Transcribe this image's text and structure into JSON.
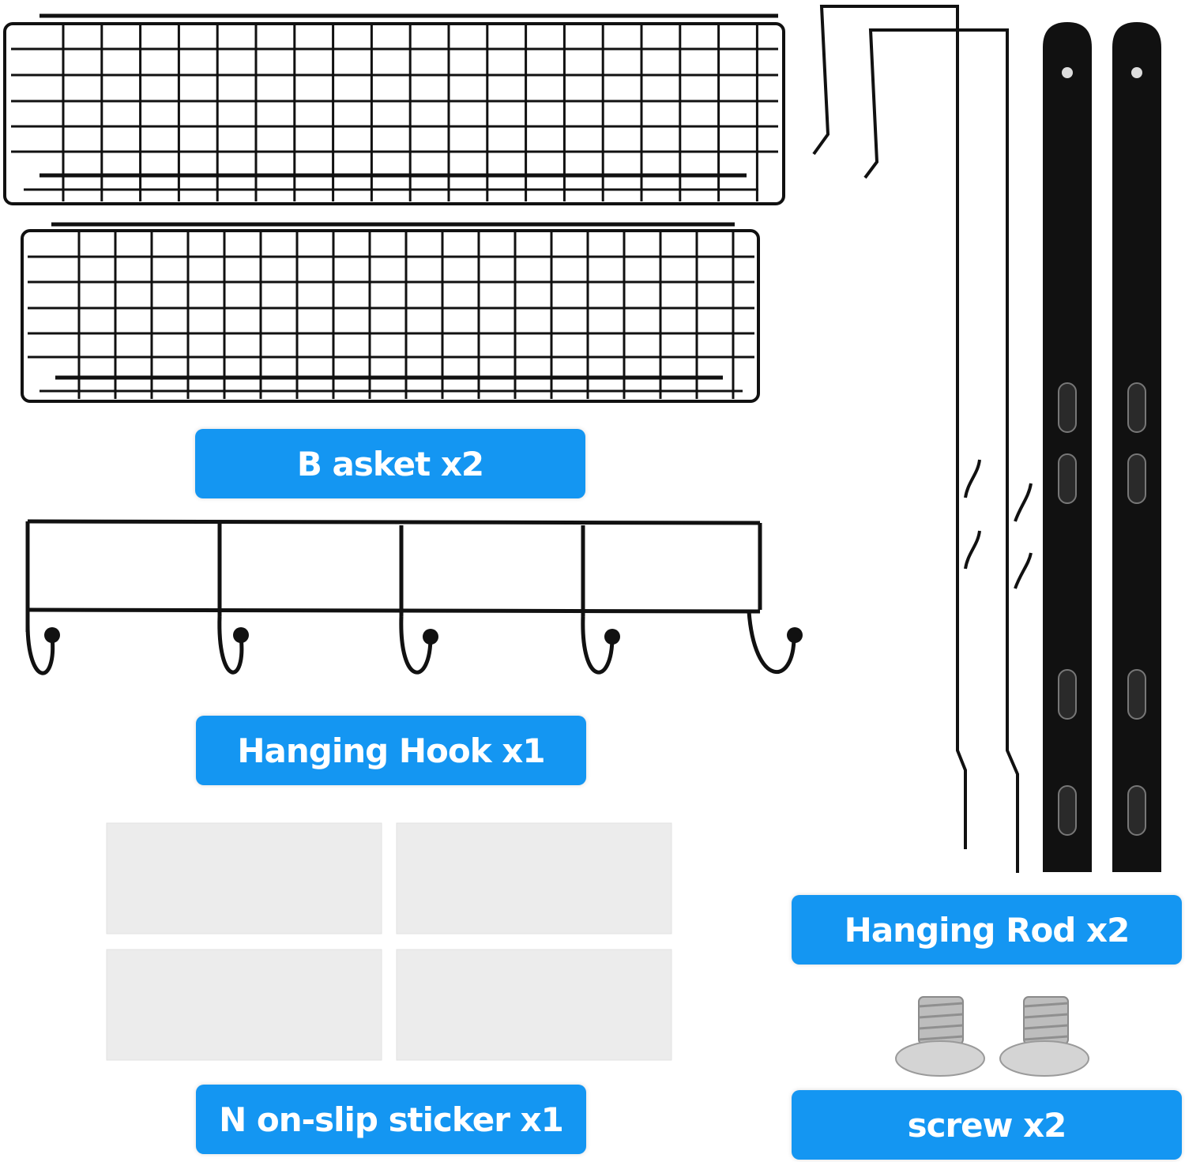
{
  "labels": {
    "basket": "B asket x2",
    "hanging_hook": "Hanging Hook x1",
    "non_slip_sticker": "N on-slip sticker x1",
    "hanging_rod": "Hanging Rod x2",
    "screw": "screw x2"
  },
  "colors": {
    "label_bg": "#1496f2",
    "label_text": "#ffffff",
    "metal": "#111111",
    "sticker": "#ededed",
    "screw": "#c8c8c8"
  }
}
